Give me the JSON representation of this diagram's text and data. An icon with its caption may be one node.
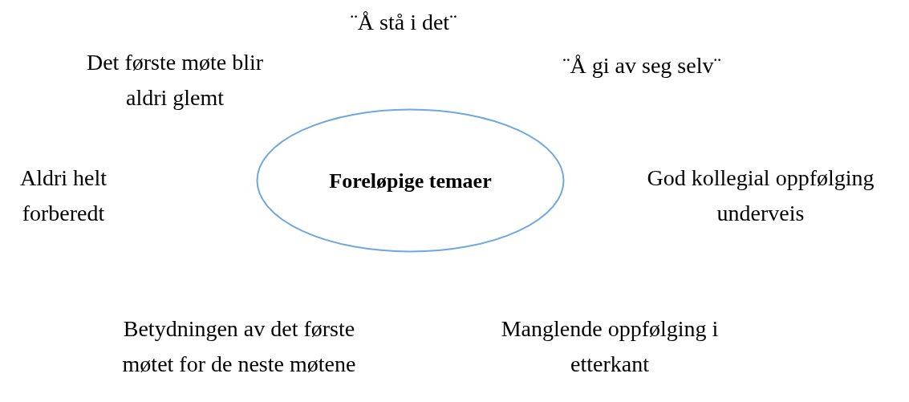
{
  "diagram": {
    "nodes": [
      {
        "text": [
          "Foreløpige temaer"
        ]
      }
    ],
    "labels": [
      "¨Å stå i det¨",
      "Det første møte blir aldri glemt",
      "¨Å gi av seg selv¨",
      "Aldri helt forberedt",
      "God kollegial oppfølging underveis",
      "Betydningen av det første møtet for de neste møtene",
      "Manglende oppfølging i etterkant"
    ]
  }
}
